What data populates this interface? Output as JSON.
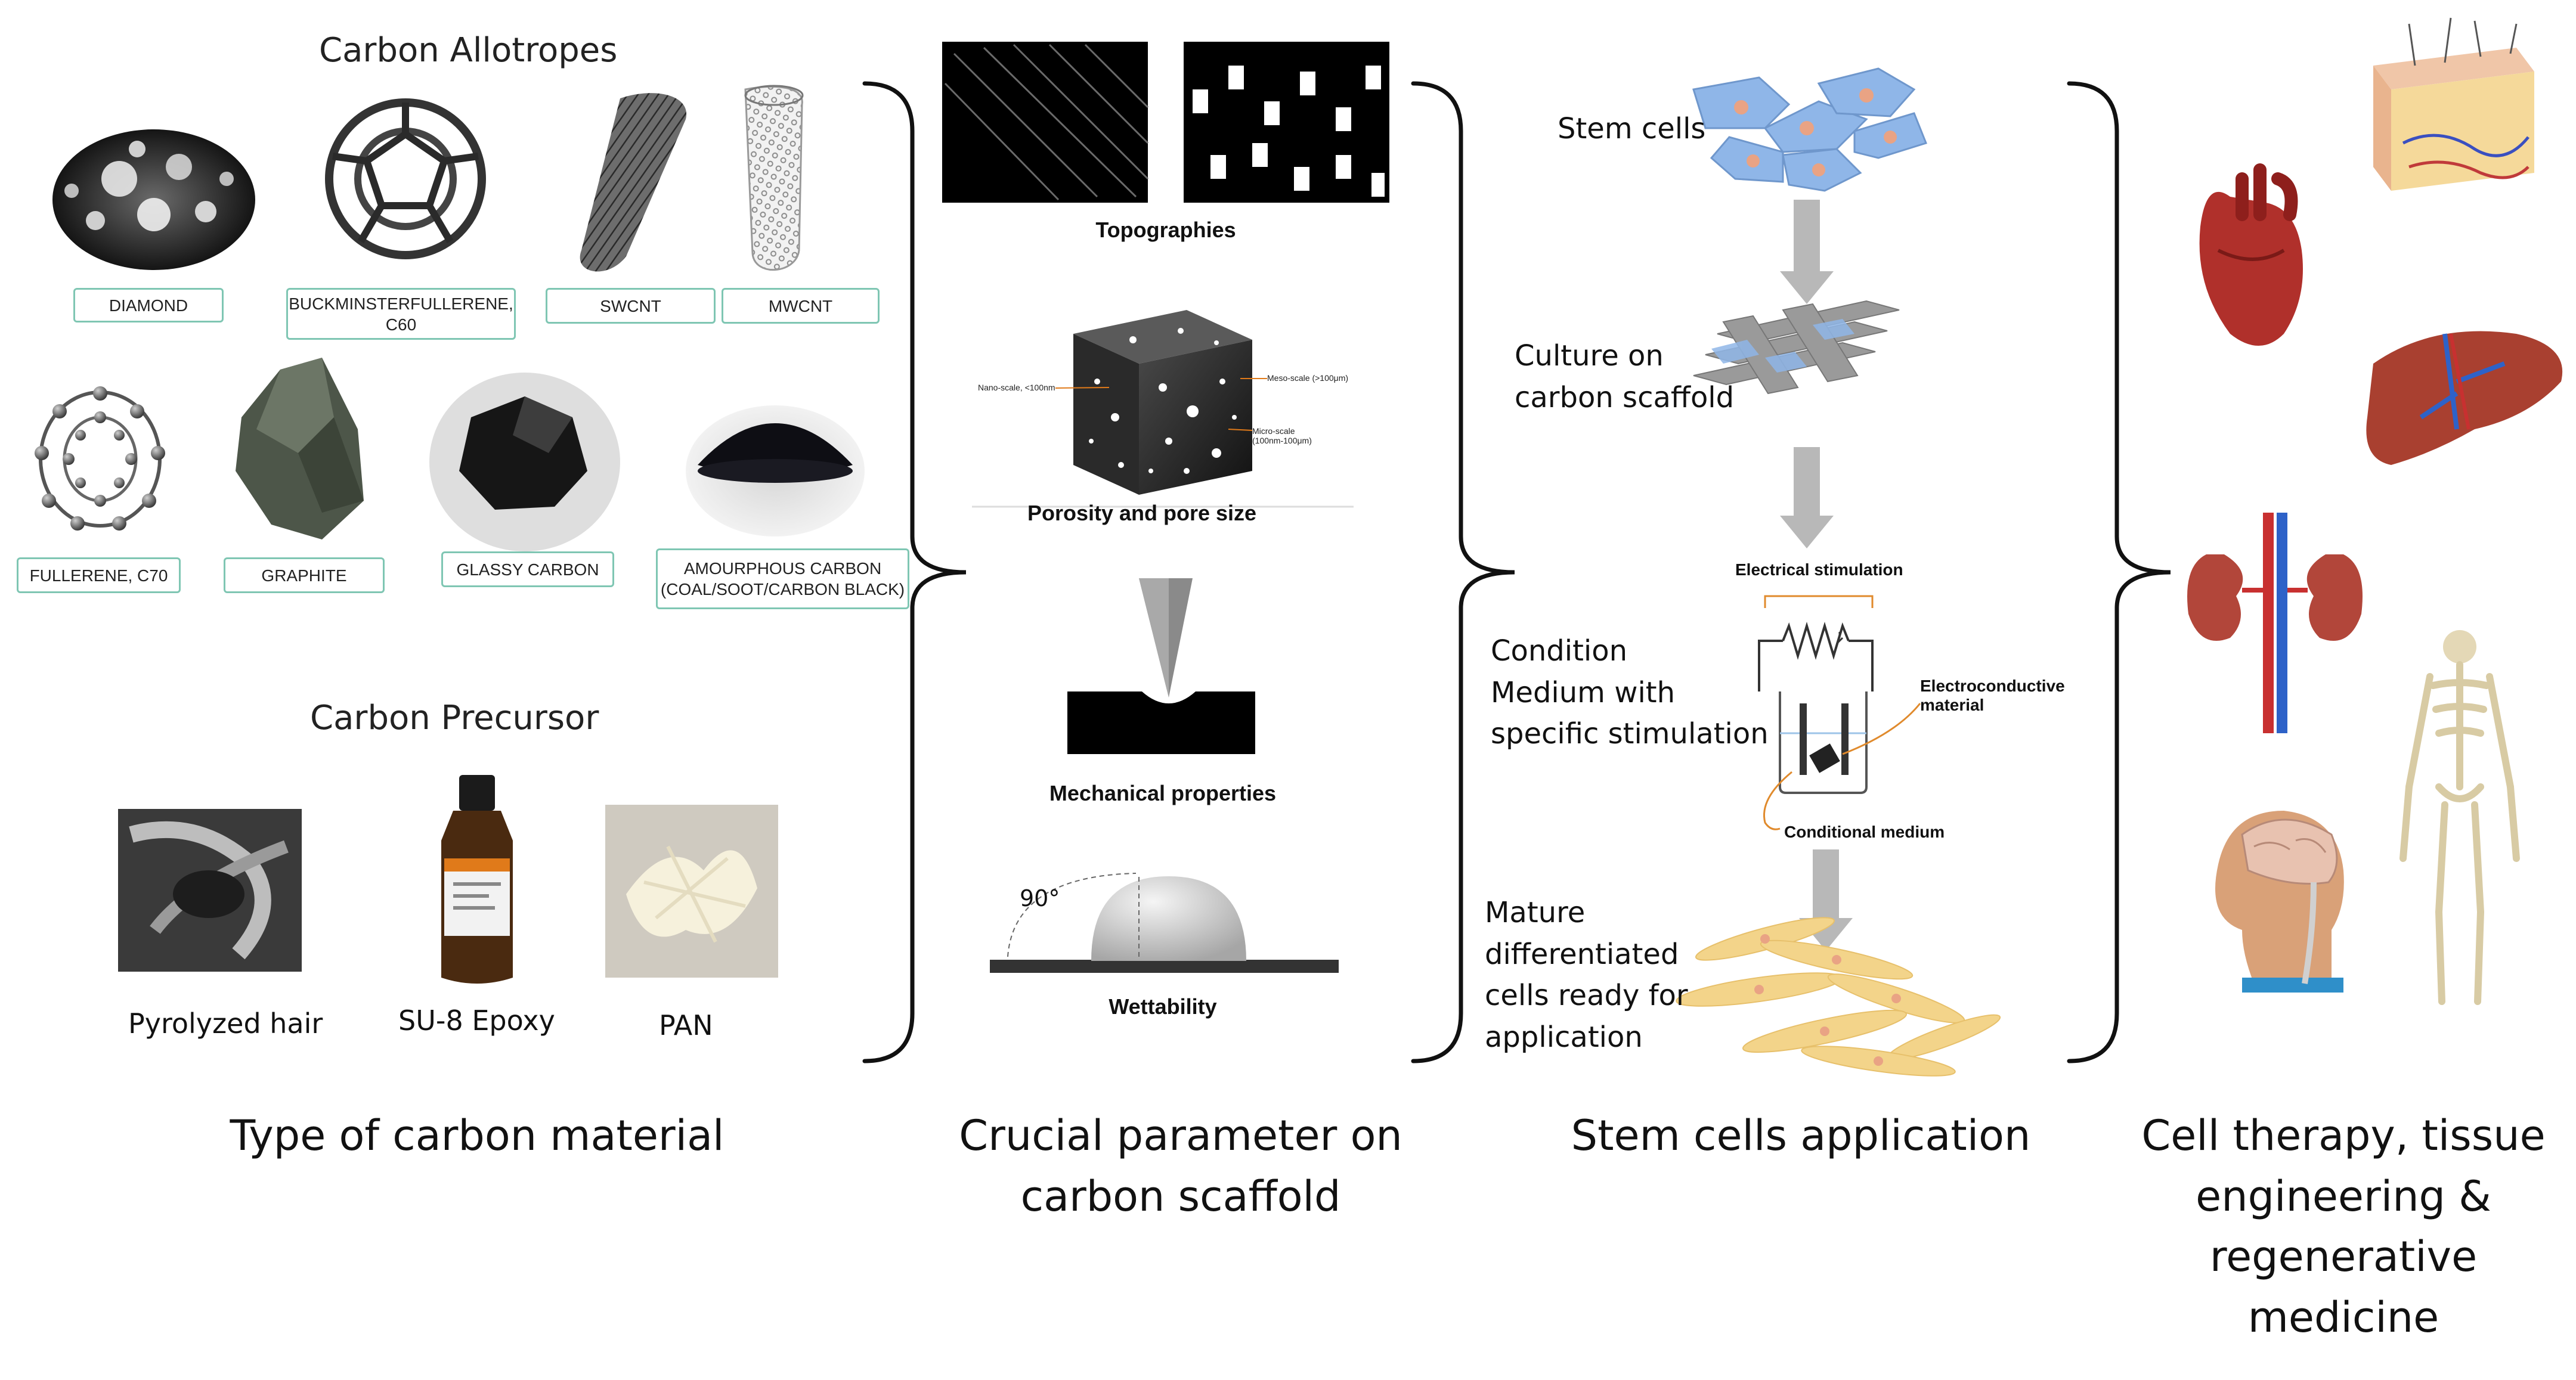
{
  "carbon_allotropes": {
    "title": "Carbon Allotropes",
    "items": [
      "DIAMOND",
      "BUCKMINSTERFULLERENE,\nC60",
      "SWCNT",
      "MWCNT",
      "FULLERENE, C70",
      "GRAPHITE",
      "GLASSY CARBON",
      "AMOURPHOUS CARBON\n(COAL/SOOT/CARBON BLACK)"
    ]
  },
  "carbon_precursor": {
    "title": "Carbon Precursor",
    "items": [
      "Pyrolyzed hair",
      "SU-8 Epoxy",
      "PAN"
    ]
  },
  "parameters": {
    "topographies": "Topographies",
    "porosity": "Porosity and pore size",
    "pore_labels": [
      "Nano-scale, <100nm",
      "Meso-scale (>100μm)",
      "Micro-scale (100nm-100μm)"
    ],
    "mechanical": "Mechanical properties",
    "wettability": "Wettability",
    "angle": "90°"
  },
  "stem_cells": {
    "stem_cells": "Stem cells",
    "culture": "Culture on\ncarbon scaffold",
    "electrical": "Electrical stimulation",
    "condition": "Condition\nMedium with\nspecific stimulation",
    "electroconductive": "Electroconductive\nmaterial",
    "conditional_medium": "Conditional medium",
    "mature": "Mature\ndifferentiated\ncells ready for\napplication"
  },
  "column_titles": {
    "col1": "Type of carbon material",
    "col2": "Crucial parameter on\ncarbon scaffold",
    "col3": "Stem cells application",
    "col4": "Cell therapy,  tissue\nengineering &\nregenerative\nmedicine"
  },
  "colors": {
    "box_border": "#7fc6b3",
    "arrow_gray": "#b8b8b8",
    "cell_blue": "#8fb6e8",
    "cell_yellow": "#f3d48a",
    "electro_orange": "#e08a2c"
  }
}
